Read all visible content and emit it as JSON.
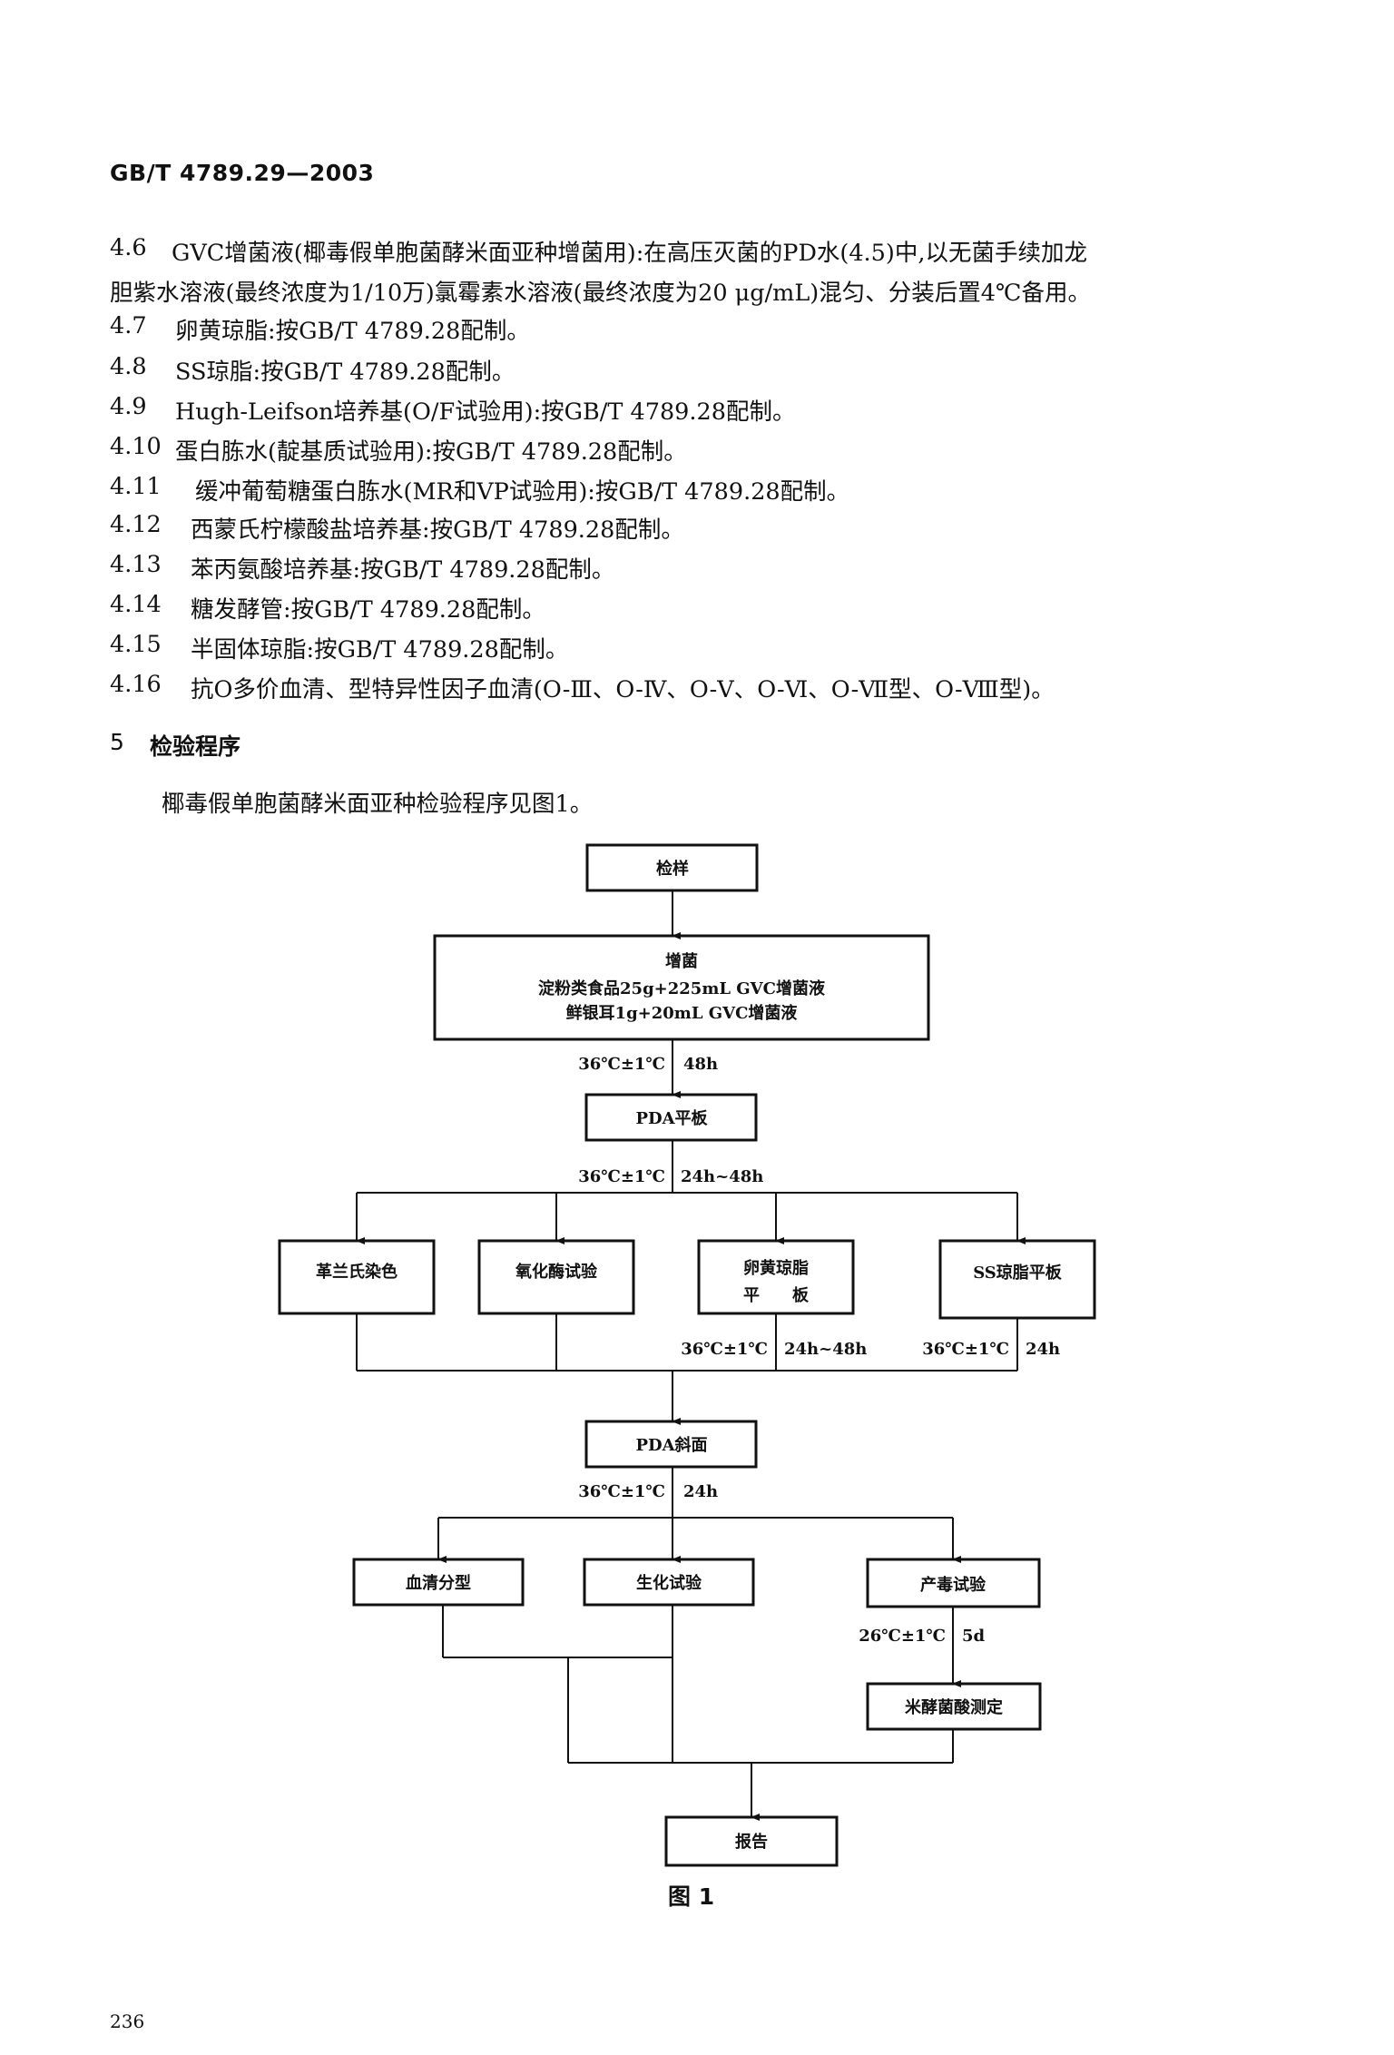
{
  "header": {
    "standard_no": "GB/T 4789.29—2003"
  },
  "items": [
    {
      "num": "4.6",
      "text": "GVC增菌液(椰毒假单胞菌酵米面亚种增菌用):在高压灭菌的PD水(4.5)中,以无菌手续加龙"
    },
    {
      "num": "4.7",
      "text": "卵黄琼脂:按GB/T 4789.28配制。"
    },
    {
      "num": "4.8",
      "text": "SS琼脂:按GB/T 4789.28配制。"
    },
    {
      "num": "4.9",
      "text": "Hugh-Leifson培养基(O/F试验用):按GB/T 4789.28配制。"
    },
    {
      "num": "4.10",
      "text": "蛋白胨水(靛基质试验用):按GB/T 4789.28配制。"
    },
    {
      "num": "4.11",
      "text": "缓冲葡萄糖蛋白胨水(MR和VP试验用):按GB/T 4789.28配制。"
    },
    {
      "num": "4.12",
      "text": "西蒙氏柠檬酸盐培养基:按GB/T 4789.28配制。"
    },
    {
      "num": "4.13",
      "text": "苯丙氨酸培养基:按GB/T 4789.28配制。"
    },
    {
      "num": "4.14",
      "text": "糖发酵管:按GB/T 4789.28配制。"
    },
    {
      "num": "4.15",
      "text": "半固体琼脂:按GB/T 4789.28配制。"
    },
    {
      "num": "4.16",
      "text": "抗O多价血清、型特异性因子血清(O-Ⅲ、O-Ⅳ、O-Ⅴ、O-Ⅵ、O-Ⅶ型、O-Ⅷ型)。"
    }
  ],
  "item_4_6_cont": "胆紫水溶液(最终浓度为1/10万)氯霉素水溶液(最终浓度为20 μg/mL)混匀、分装后置4℃备用。",
  "section5": {
    "num": "5",
    "title": "检验程序"
  },
  "intro": "椰毒假单胞菌酵米面亚种检验程序见图1。",
  "flow": {
    "sampling": "检样",
    "enrich_title": "增菌",
    "enrich_line1": "淀粉类食品25g+225mL GVC增菌液",
    "enrich_line2": "鲜银耳1g+20mL GVC增菌液",
    "cond1_temp": "36℃±1℃",
    "cond1_time": "48h",
    "pda_plate": "PDA平板",
    "cond2_temp": "36℃±1℃",
    "cond2_time": "24h~48h",
    "gram_stain": "革兰氏染色",
    "oxidase": "氧化酶试验",
    "egg_yolk_line1": "卵黄琼脂",
    "egg_yolk_line2": "平　　板",
    "ss_agar": "SS琼脂平板",
    "cond3_temp": "36℃±1℃",
    "cond3_time": "24h~48h",
    "cond4_temp": "36℃±1℃",
    "cond4_time": "24h",
    "pda_slant": "PDA斜面",
    "cond5_temp": "36℃±1℃",
    "cond5_time": "24h",
    "serotyping": "血清分型",
    "biochem": "生化试验",
    "toxin": "产毒试验",
    "cond6_temp": "26℃±1℃",
    "cond6_time": "5d",
    "bongkrekic": "米酵菌酸测定",
    "report": "报告"
  },
  "figure_caption": "图 1",
  "page_number": "236"
}
